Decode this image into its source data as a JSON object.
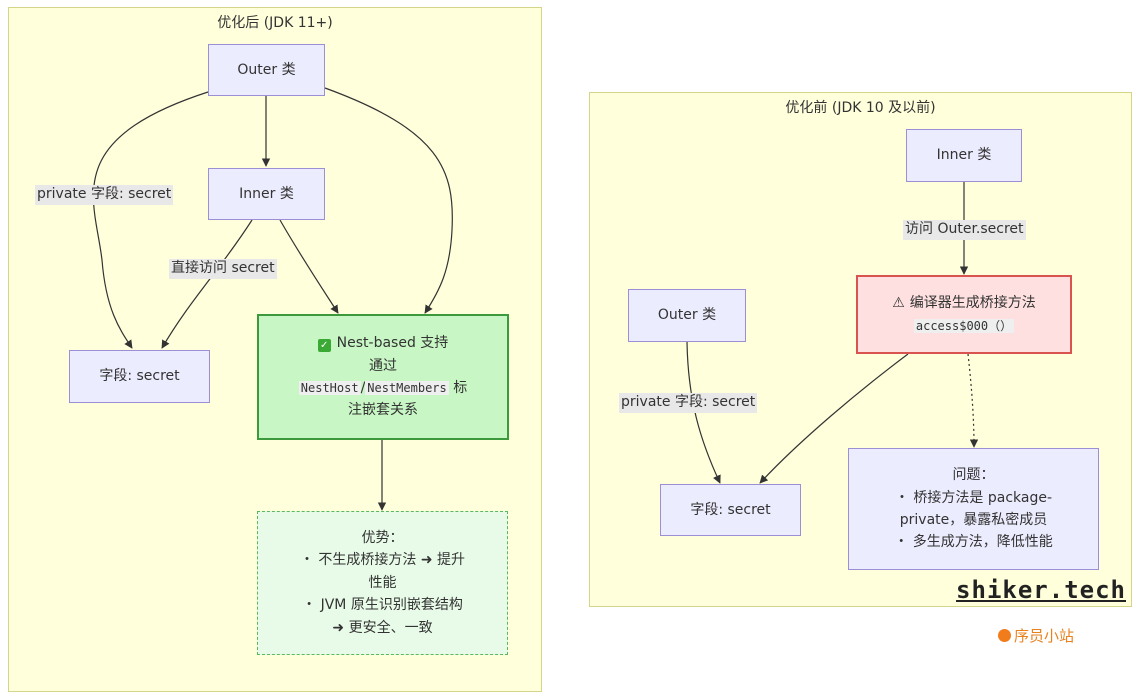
{
  "after": {
    "title": "优化后 (JDK 11+)",
    "outer": "Outer 类",
    "inner": "Inner 类",
    "field": "字段: secret",
    "nest_title": "Nest-based 支持",
    "nest_line2": "通过",
    "nest_code1": "NestHost",
    "nest_sep": "/",
    "nest_code2": "NestMembers",
    "nest_tail": "标",
    "nest_line4": "注嵌套关系",
    "adv_title": "优势：",
    "adv_l1": "・ 不生成桥接方法 ➜ 提升",
    "adv_l2": "性能",
    "adv_l3": "・ JVM 原生识别嵌套结构",
    "adv_l4": "➜ 更安全、一致",
    "edge_private": "private 字段: secret",
    "edge_direct": "直接访问 secret"
  },
  "before": {
    "title": "优化前 (JDK 10 及以前)",
    "inner": "Inner 类",
    "outer": "Outer 类",
    "field": "字段: secret",
    "bridge_title": "编译器生成桥接方法",
    "bridge_code": "access$000（）",
    "problem_title": "问题：",
    "problem_l1": "・ 桥接方法是 package-",
    "problem_l2": "private，暴露私密成员",
    "problem_l3": "・ 多生成方法，降低性能",
    "edge_access": "访问 Outer.secret",
    "edge_private": "private 字段: secret"
  },
  "watermark": "shiker.tech",
  "logo": "序员小站"
}
